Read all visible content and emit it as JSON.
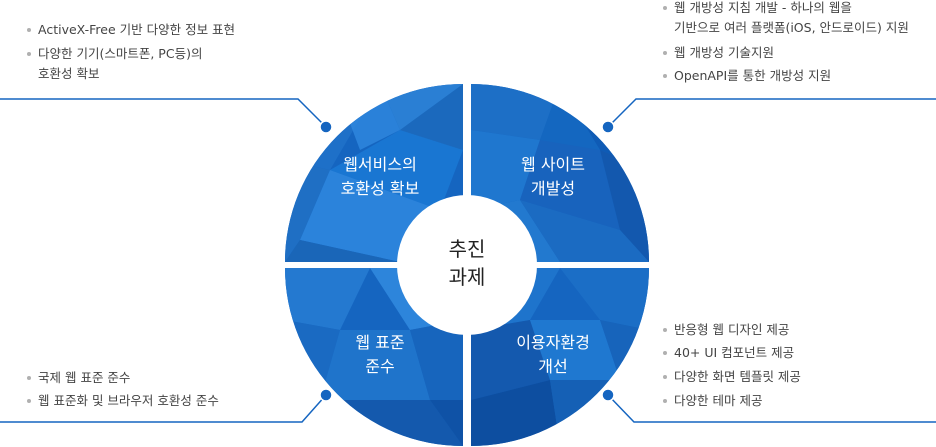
{
  "center": {
    "line1": "추진",
    "line2": "과제"
  },
  "quadrants": [
    {
      "id": "tl",
      "line1": "웹서비스의",
      "line2": "호환성 확보"
    },
    {
      "id": "tr",
      "line1": "웹 사이트",
      "line2": "개발성"
    },
    {
      "id": "bl",
      "line1": "웹 표준",
      "line2": "준수"
    },
    {
      "id": "br",
      "line1": "이용자환경",
      "line2": "개선"
    }
  ],
  "bullets": {
    "tl": [
      {
        "text": "ActiveX-Free 기반 다양한 정보 표현"
      },
      {
        "text": "다양한 기기(스마트폰, PC등)의",
        "cont": "호환성 확보"
      }
    ],
    "tr": [
      {
        "text": "웹 개방성 지침 개발 - 하나의 웹을",
        "cont": "기반으로 여러 플랫폼(iOS, 안드로이드) 지원"
      },
      {
        "text": "웹 개방성 기술지원"
      },
      {
        "text": "OpenAPI를 통한 개방성 지원"
      }
    ],
    "bl": [
      {
        "text": "국제 웹 표준 준수"
      },
      {
        "text": "웹 표준화 및 브라우저 호환성 준수"
      }
    ],
    "br": [
      {
        "text": "반응형 웹 디자인 제공"
      },
      {
        "text": "40+ UI 컴포넌트 제공"
      },
      {
        "text": "다양한 화면 템플릿 제공"
      },
      {
        "text": "다양한 테마 제공"
      }
    ]
  },
  "colors": {
    "primary": "#1565c0",
    "accent": "#1e88e5",
    "light": "#42a5f5",
    "dark": "#0d47a1",
    "connector": "#1565c0",
    "bullet_text": "#444444",
    "center_text": "#222222"
  }
}
